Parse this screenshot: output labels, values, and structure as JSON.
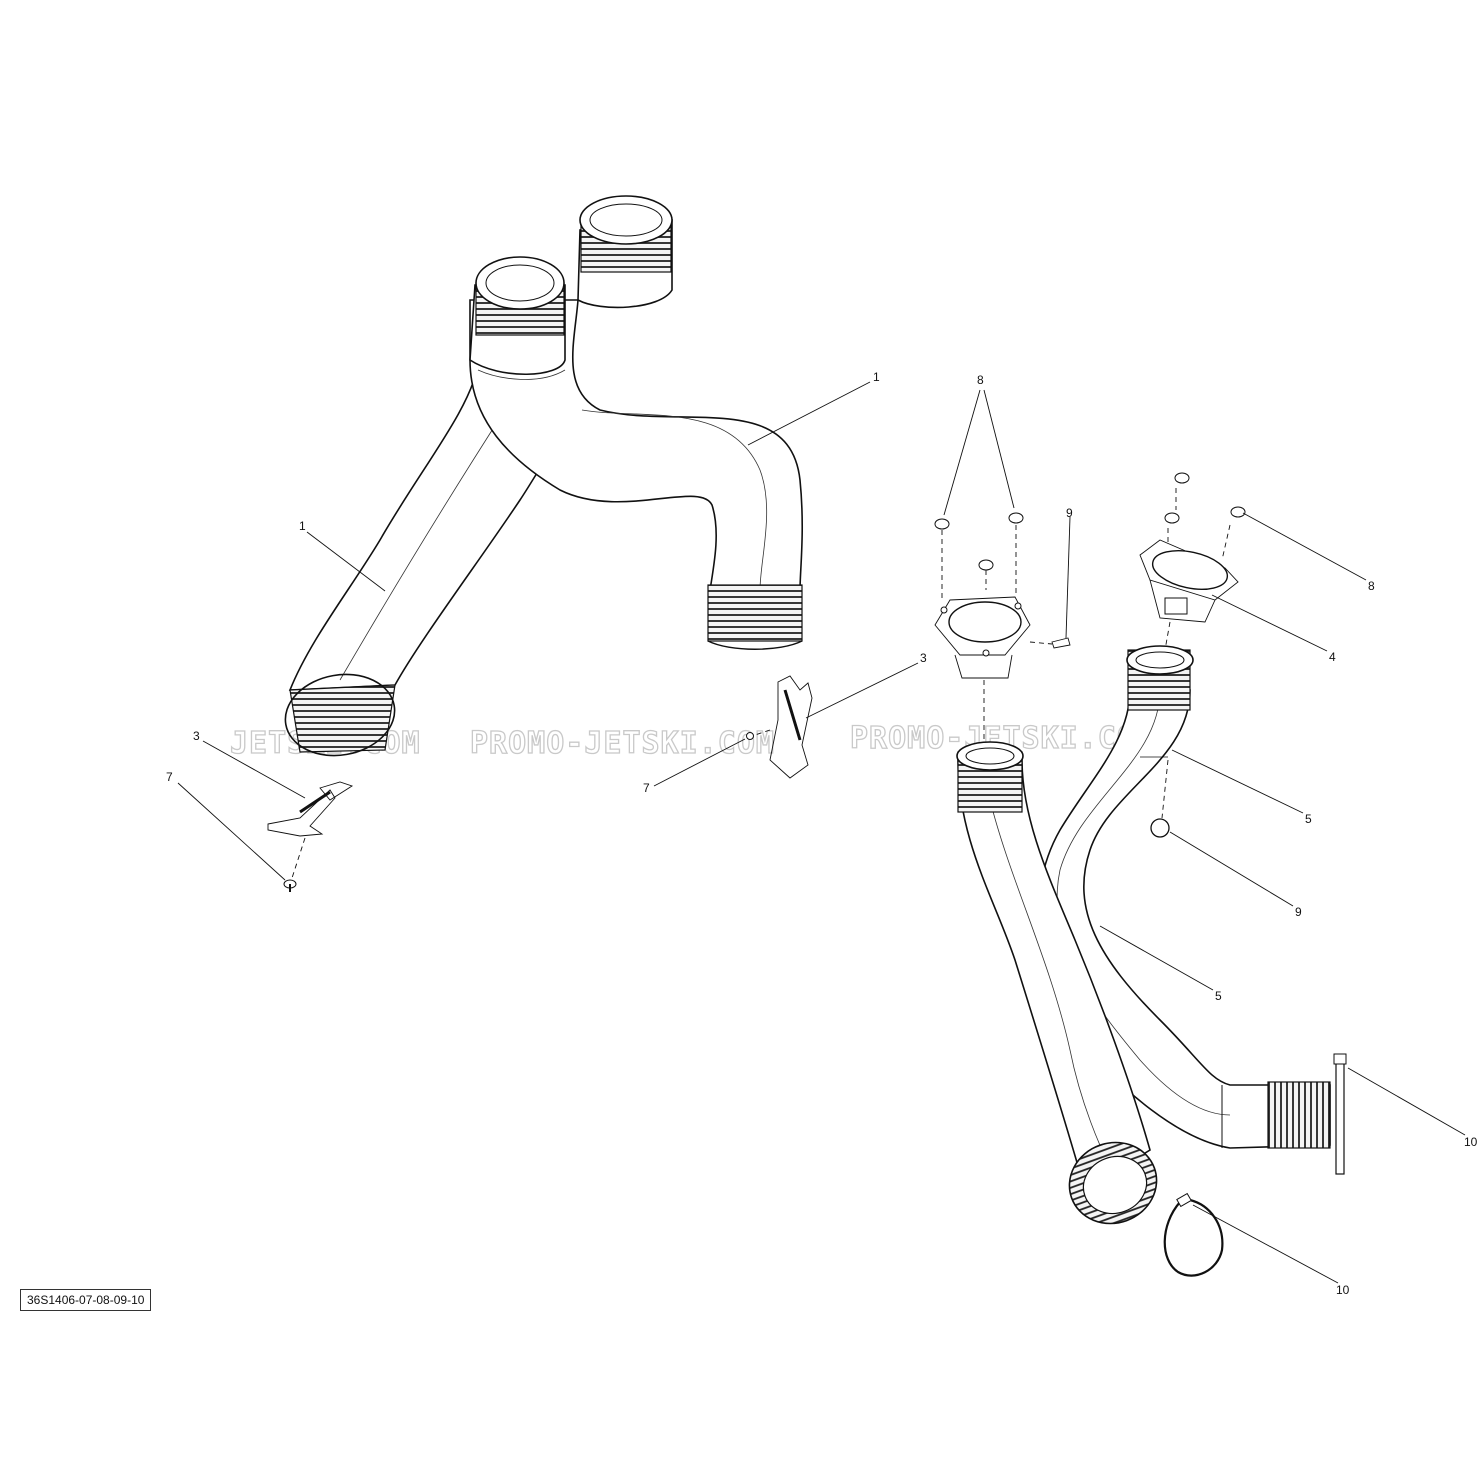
{
  "diagram": {
    "reference_code": "36S1406-07-08-09-10",
    "watermarks": [
      "JETSKI.COM",
      "PROMO-JETSKI.COM",
      "PROMO-JETSKI.COM"
    ],
    "callouts": [
      {
        "label": "1",
        "part": "upper-y-pipe"
      },
      {
        "label": "1",
        "part": "upper-y-pipe-left"
      },
      {
        "label": "3",
        "part": "clamp-left"
      },
      {
        "label": "7",
        "part": "screw-left"
      },
      {
        "label": "3",
        "part": "clamp-center"
      },
      {
        "label": "7",
        "part": "screw-center"
      },
      {
        "label": "8",
        "part": "screws-flange-center"
      },
      {
        "label": "9",
        "part": "plug-flange"
      },
      {
        "label": "8",
        "part": "screws-flange-right"
      },
      {
        "label": "4",
        "part": "flange-right"
      },
      {
        "label": "5",
        "part": "lower-pipe-upper"
      },
      {
        "label": "9",
        "part": "plug-pipe"
      },
      {
        "label": "5",
        "part": "lower-pipe-lower"
      },
      {
        "label": "10",
        "part": "cable-tie"
      },
      {
        "label": "10",
        "part": "hose-clamp"
      }
    ]
  }
}
